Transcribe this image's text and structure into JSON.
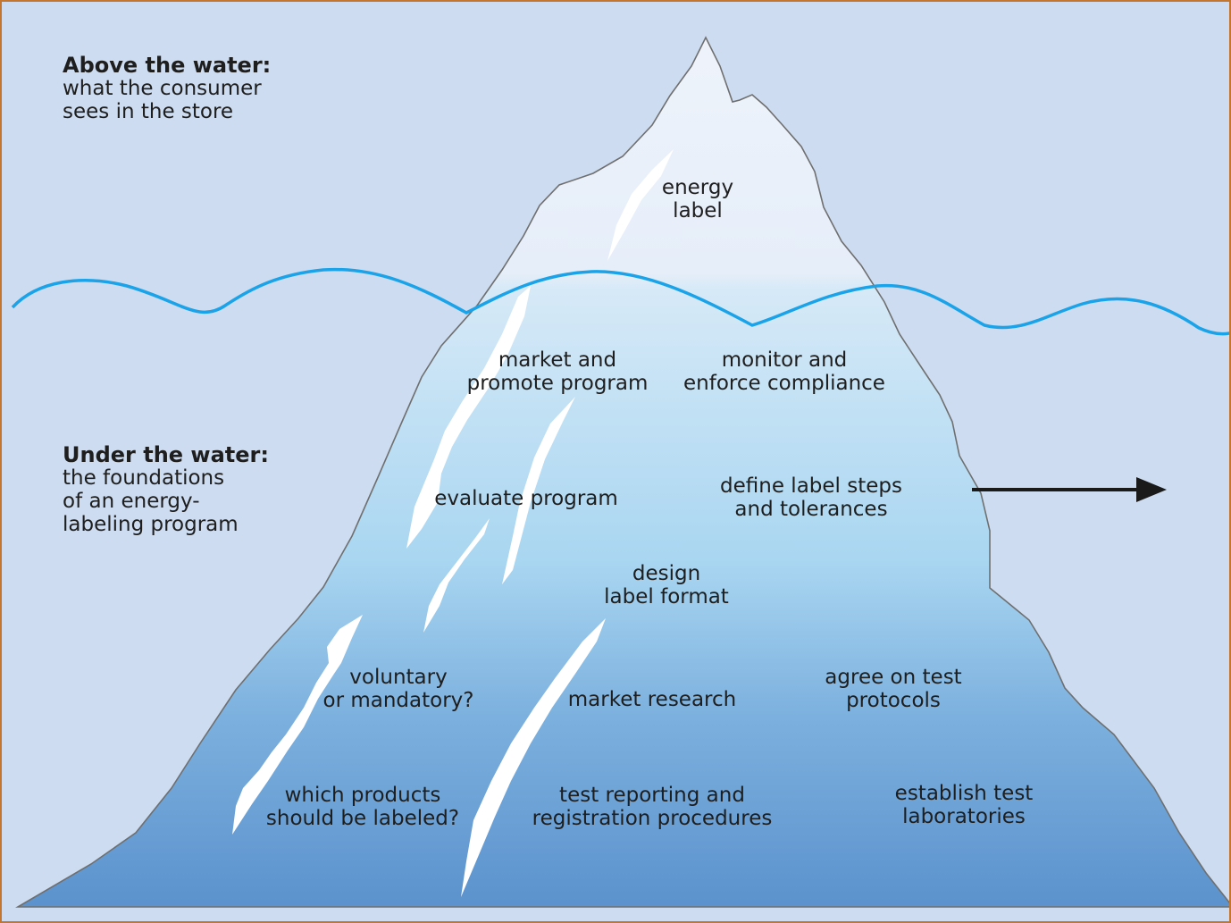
{
  "above_water": {
    "heading": "Above the water:",
    "text": "what the consumer\nsees in the store"
  },
  "under_water": {
    "heading": "Under the water:",
    "text": "the foundations\nof an energy-\nlabeling program"
  },
  "iceberg": {
    "tip_label": "energy\nlabel",
    "foundation_items": [
      "market and\npromote program",
      "monitor and\nenforce compliance",
      "evaluate program",
      "define label steps\nand tolerances",
      "design\nlabel format",
      "voluntary\nor mandatory?",
      "market research",
      "agree on test\nprotocols",
      "which products\nshould be labeled?",
      "test reporting and\nregistration procedures",
      "establish test\nlaboratories"
    ]
  },
  "colors": {
    "background": "#cddcf0",
    "border": "#c4762f",
    "waterline": "#1aa3e8",
    "ice_tip": "#e8f0fa",
    "ice_shallow": "#c9e2f6",
    "ice_mid": "#a9d6f1",
    "ice_deep": "#5b92cd",
    "arrow": "#1a1a1a"
  }
}
